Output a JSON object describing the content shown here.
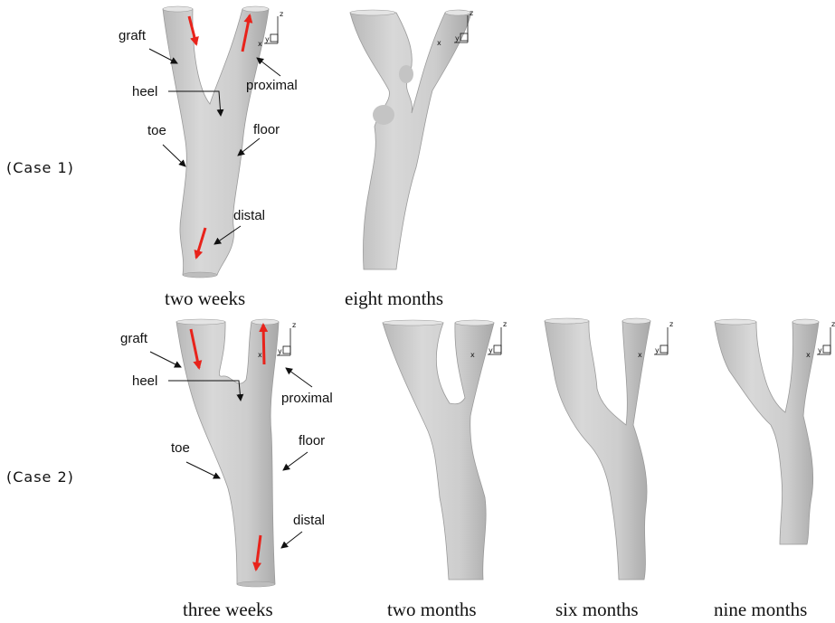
{
  "rows": [
    {
      "case_label": "(Case 1)",
      "captions": [
        "two weeks",
        "eight months"
      ]
    },
    {
      "case_label": "(Case 2)",
      "captions": [
        "three weeks",
        "two months",
        "six months",
        "nine months"
      ]
    }
  ],
  "annotations": {
    "case1": [
      "graft",
      "heel",
      "proximal",
      "toe",
      "floor",
      "distal"
    ],
    "case2": [
      "graft",
      "heel",
      "proximal",
      "toe",
      "floor",
      "distal"
    ]
  },
  "axis_labels": {
    "z": "z",
    "x": "x",
    "y": "y"
  },
  "colors": {
    "vessel_fill": "#cfcfcf",
    "vessel_shade": "#a9a9a9",
    "flow_arrow": "#e8231b",
    "leader": "#111111"
  },
  "icons": [
    "flow-arrow-icon",
    "axis-triad-icon"
  ]
}
